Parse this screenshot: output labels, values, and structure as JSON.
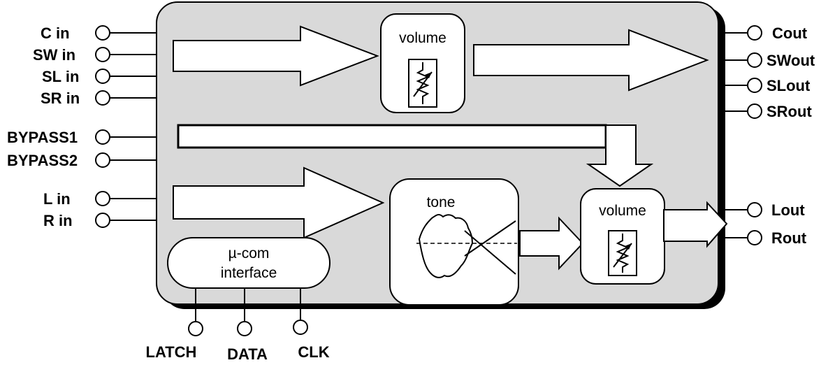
{
  "inputs_left": {
    "c_in": "C in",
    "sw_in": "SW in",
    "sl_in": "SL in",
    "sr_in": "SR in",
    "bypass1": "BYPASS1",
    "bypass2": "BYPASS2",
    "l_in": "L in",
    "r_in": "R in"
  },
  "outputs_right": {
    "c_out": "Cout",
    "sw_out": "SWout",
    "sl_out": "SLout",
    "sr_out": "SRout",
    "l_out": "Lout",
    "r_out": "Rout"
  },
  "control_pins": {
    "latch": "LATCH",
    "data": "DATA",
    "clk": "CLK"
  },
  "blocks": {
    "volume_top": "volume",
    "volume_bottom": "volume",
    "tone": "tone",
    "ucom_line1": "µ-com",
    "ucom_line2": "interface"
  },
  "icons": {
    "potentiometer": "potentiometer-icon",
    "tone_curve": "tone-curve-icon"
  },
  "colors": {
    "chip_fill": "#d9d9d9",
    "chip_shadow": "#000000",
    "block_fill": "#ffffff"
  }
}
